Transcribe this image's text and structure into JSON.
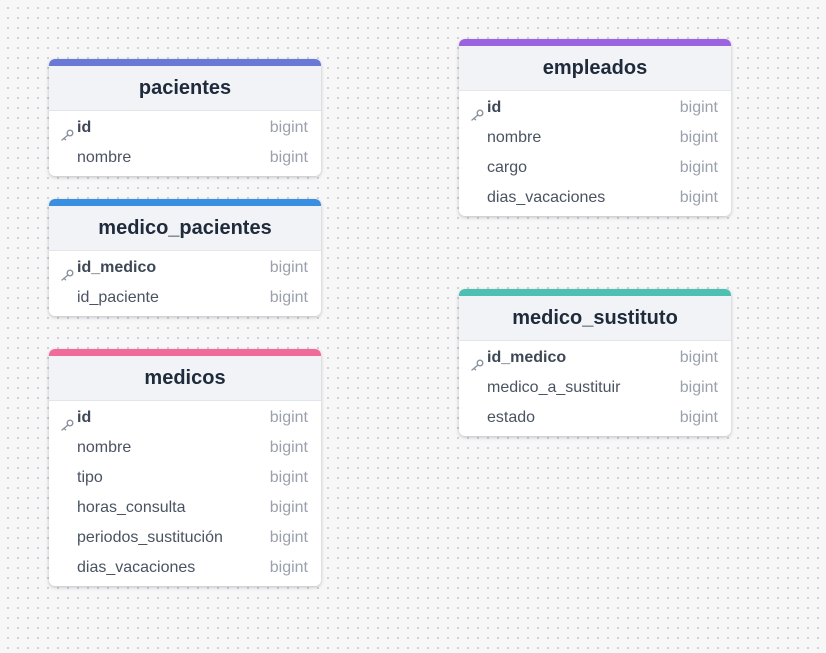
{
  "tables": [
    {
      "id": "pacientes",
      "title": "pacientes",
      "accent": "#6b79d6",
      "columns": [
        {
          "name": "id",
          "type": "bigint",
          "key": true
        },
        {
          "name": "nombre",
          "type": "bigint",
          "key": false
        }
      ]
    },
    {
      "id": "medico_pacientes",
      "title": "medico_pacientes",
      "accent": "#3a8fe0",
      "columns": [
        {
          "name": "id_medico",
          "type": "bigint",
          "key": true
        },
        {
          "name": "id_paciente",
          "type": "bigint",
          "key": false
        }
      ]
    },
    {
      "id": "medicos",
      "title": "medicos",
      "accent": "#f06a9a",
      "columns": [
        {
          "name": "id",
          "type": "bigint",
          "key": true
        },
        {
          "name": "nombre",
          "type": "bigint",
          "key": false
        },
        {
          "name": "tipo",
          "type": "bigint",
          "key": false
        },
        {
          "name": "horas_consulta",
          "type": "bigint",
          "key": false
        },
        {
          "name": "periodos_sustitución",
          "type": "bigint",
          "key": false
        },
        {
          "name": "dias_vacaciones",
          "type": "bigint",
          "key": false
        }
      ]
    },
    {
      "id": "empleados",
      "title": "empleados",
      "accent": "#9b63e0",
      "columns": [
        {
          "name": "id",
          "type": "bigint",
          "key": true
        },
        {
          "name": "nombre",
          "type": "bigint",
          "key": false
        },
        {
          "name": "cargo",
          "type": "bigint",
          "key": false
        },
        {
          "name": "dias_vacaciones",
          "type": "bigint",
          "key": false
        }
      ]
    },
    {
      "id": "medico_sustituto",
      "title": "medico_sustituto",
      "accent": "#4ebfb3",
      "columns": [
        {
          "name": "id_medico",
          "type": "bigint",
          "key": true
        },
        {
          "name": "medico_a_sustituir",
          "type": "bigint",
          "key": false
        },
        {
          "name": "estado",
          "type": "bigint",
          "key": false
        }
      ]
    }
  ],
  "icons": {
    "primary_key": "key-icon"
  }
}
